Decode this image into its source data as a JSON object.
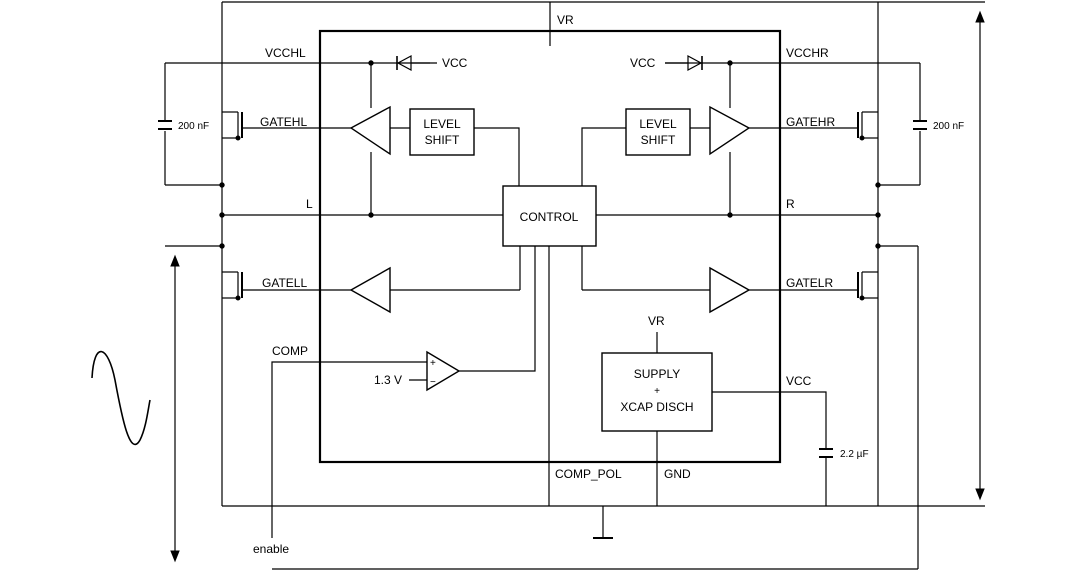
{
  "labels": {
    "vr_top": "VR",
    "vcchl": "VCCHL",
    "vcchr": "VCCHR",
    "vcc_diode_left": "VCC",
    "vcc_diode_right": "VCC",
    "gatehl": "GATEHL",
    "gatehr": "GATEHR",
    "gatell": "GATELL",
    "gatelr": "GATELR",
    "node_l": "L",
    "node_r": "R",
    "comp": "COMP",
    "vref": "1.3 V",
    "comp_plus": "+",
    "comp_minus": "−",
    "vr_supply": "VR",
    "vcc_out": "VCC",
    "comp_pol": "COMP_POL",
    "gnd": "GND",
    "enable": "enable"
  },
  "blocks": {
    "level_shift_left": [
      "LEVEL",
      "SHIFT"
    ],
    "level_shift_right": [
      "LEVEL",
      "SHIFT"
    ],
    "control": "CONTROL",
    "supply": [
      "SUPPLY",
      "+",
      "XCAP DISCH"
    ]
  },
  "components": {
    "cap_left": "200 nF",
    "cap_right": "200 nF",
    "cap_vcc": "2.2 µF"
  }
}
